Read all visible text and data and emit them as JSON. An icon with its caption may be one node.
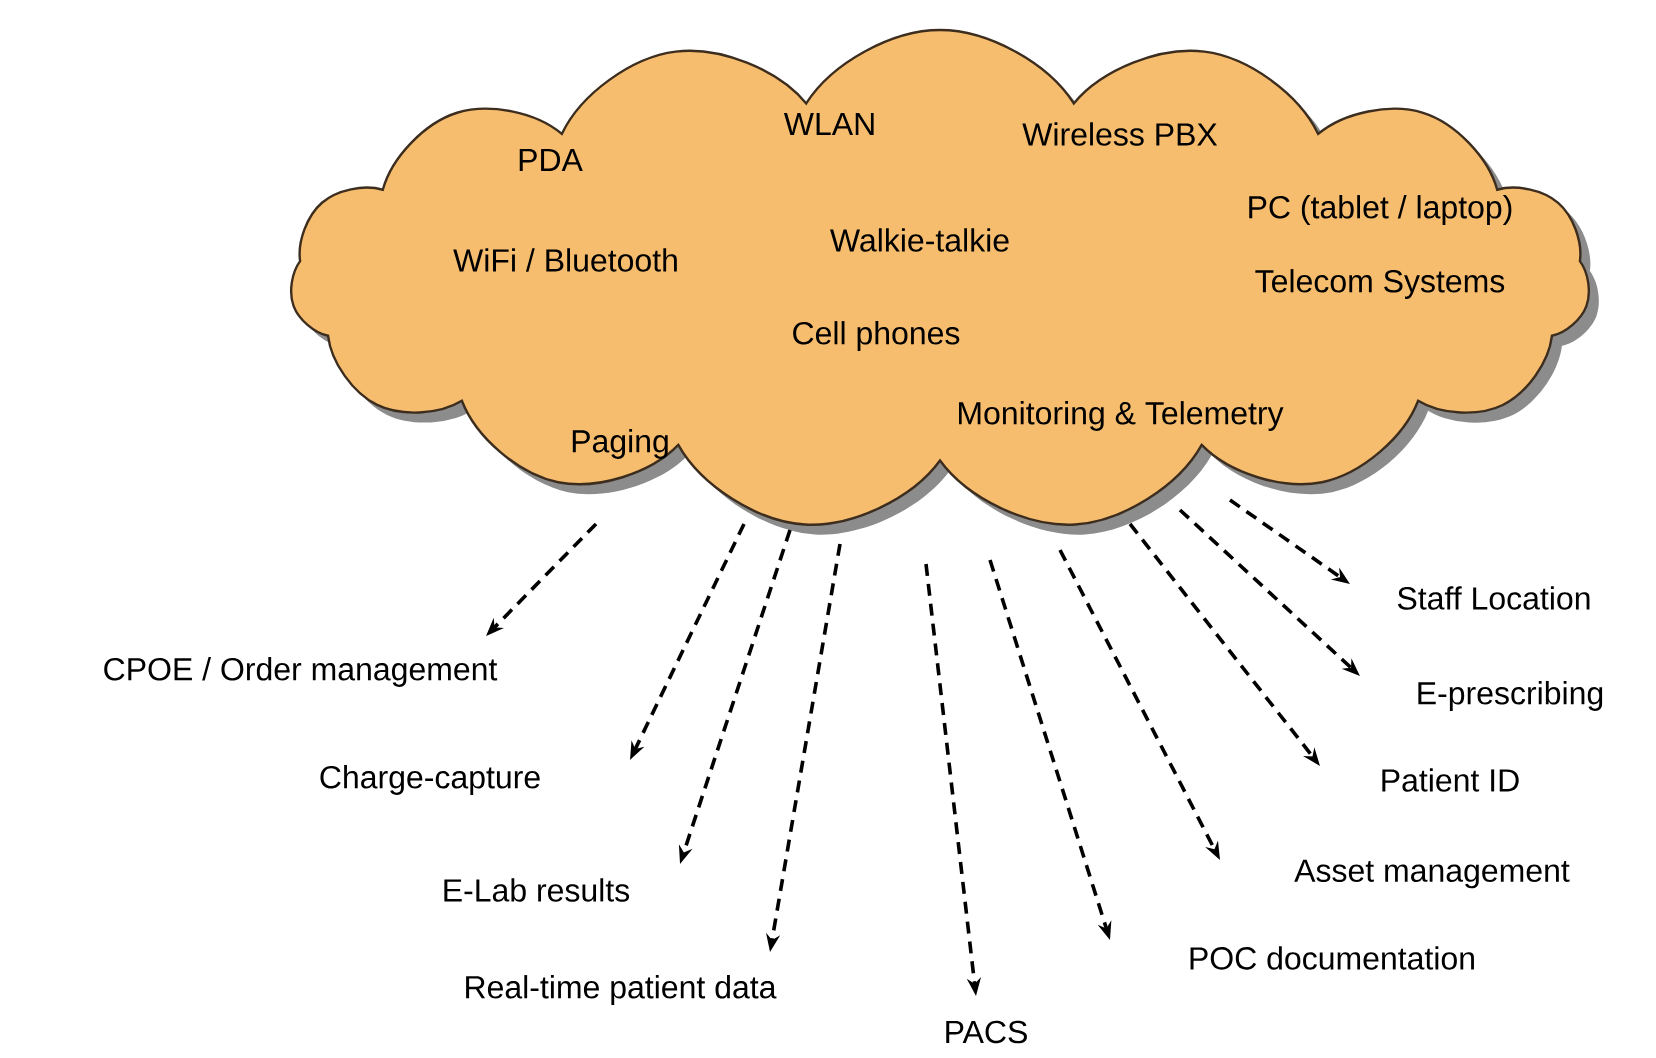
{
  "diagram": {
    "nodes": [
      {
        "text": [
          "PDA",
          "WLAN",
          "Wireless PBX",
          "PC (tablet / laptop)",
          "WiFi / Bluetooth",
          "Walkie-talkie",
          "Telecom Systems",
          "Cell phones",
          "Paging",
          "Monitoring & Telemetry"
        ]
      },
      {
        "text": [
          "CPOE / Order management"
        ]
      },
      {
        "text": [
          "Charge-capture"
        ]
      },
      {
        "text": [
          "E-Lab results"
        ]
      },
      {
        "text": [
          "Real-time patient data"
        ]
      },
      {
        "text": [
          "PACS"
        ]
      },
      {
        "text": [
          "POC documentation"
        ]
      },
      {
        "text": [
          "Asset management"
        ]
      },
      {
        "text": [
          "Patient ID"
        ]
      },
      {
        "text": [
          "E-prescribing"
        ]
      },
      {
        "text": [
          "Staff Location"
        ]
      }
    ],
    "edges": [
      {
        "from": 0,
        "to": 1,
        "arrow": "to",
        "style": "dashed"
      },
      {
        "from": 0,
        "to": 2,
        "arrow": "to",
        "style": "dashed"
      },
      {
        "from": 0,
        "to": 3,
        "arrow": "to",
        "style": "dashed"
      },
      {
        "from": 0,
        "to": 4,
        "arrow": "to",
        "style": "dashed"
      },
      {
        "from": 0,
        "to": 5,
        "arrow": "to",
        "style": "dashed"
      },
      {
        "from": 0,
        "to": 6,
        "arrow": "to",
        "style": "dashed"
      },
      {
        "from": 0,
        "to": 7,
        "arrow": "to",
        "style": "dashed"
      },
      {
        "from": 0,
        "to": 8,
        "arrow": "to",
        "style": "dashed"
      },
      {
        "from": 0,
        "to": 9,
        "arrow": "to",
        "style": "dashed"
      },
      {
        "from": 0,
        "to": 10,
        "arrow": "to",
        "style": "dashed"
      }
    ]
  }
}
